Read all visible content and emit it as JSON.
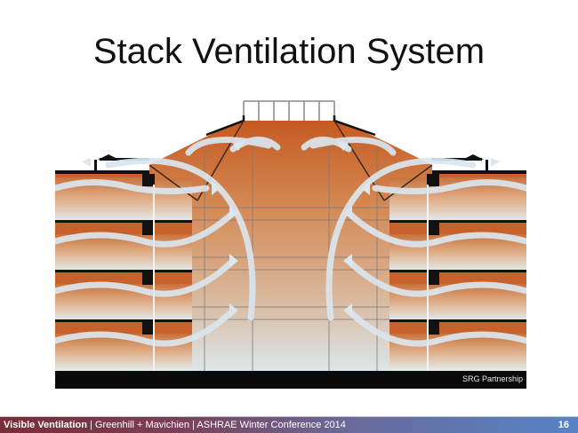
{
  "slide": {
    "title": "Stack Ventilation System",
    "figure": {
      "description": "Building section showing stack ventilation airflow",
      "credit": "SRG Partnership",
      "colors": {
        "interior_top": "#c9612a",
        "interior_mid": "#d99a6a",
        "interior_bottom": "#dfe6ea",
        "airflow_arrow": "#dbe6ee",
        "structure": "#111111",
        "floor_slab": "#c7602b"
      }
    },
    "footer": {
      "title_bold": "Visible Ventilation",
      "separator1": " | ",
      "authors": "Greenhill + Mavichien",
      "separator2": " | ",
      "event": "ASHRAE Winter Conference 2014",
      "page_number": "16",
      "gradient_start": "#7a2c36",
      "gradient_end": "#5583c6"
    }
  }
}
